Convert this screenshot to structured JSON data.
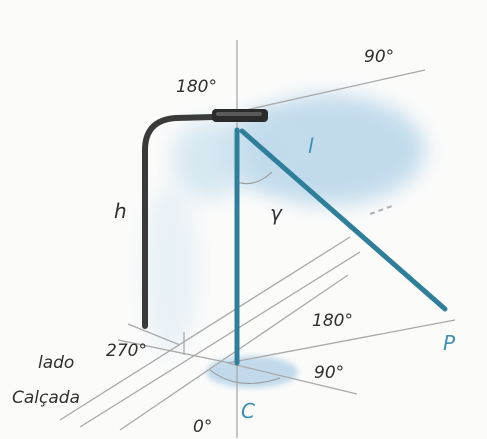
{
  "labels": {
    "top_angle_180": "180°",
    "top_angle_90": "90°",
    "height_h": "h",
    "gamma": "γ",
    "distance_l": "l",
    "bottom_angle_180": "180°",
    "bottom_angle_90": "90°",
    "angle_270": "270°",
    "angle_0": "0°",
    "point_p": "P",
    "point_c": "C",
    "side_label_line1": "lado",
    "side_label_line2": "Calçada"
  },
  "colors": {
    "blue_line": "#2f7f9a",
    "blue_text": "#3e8fb0",
    "wash": "#b8d6ea",
    "dark": "#3a3a3a",
    "guide": "#a9a9a9"
  }
}
